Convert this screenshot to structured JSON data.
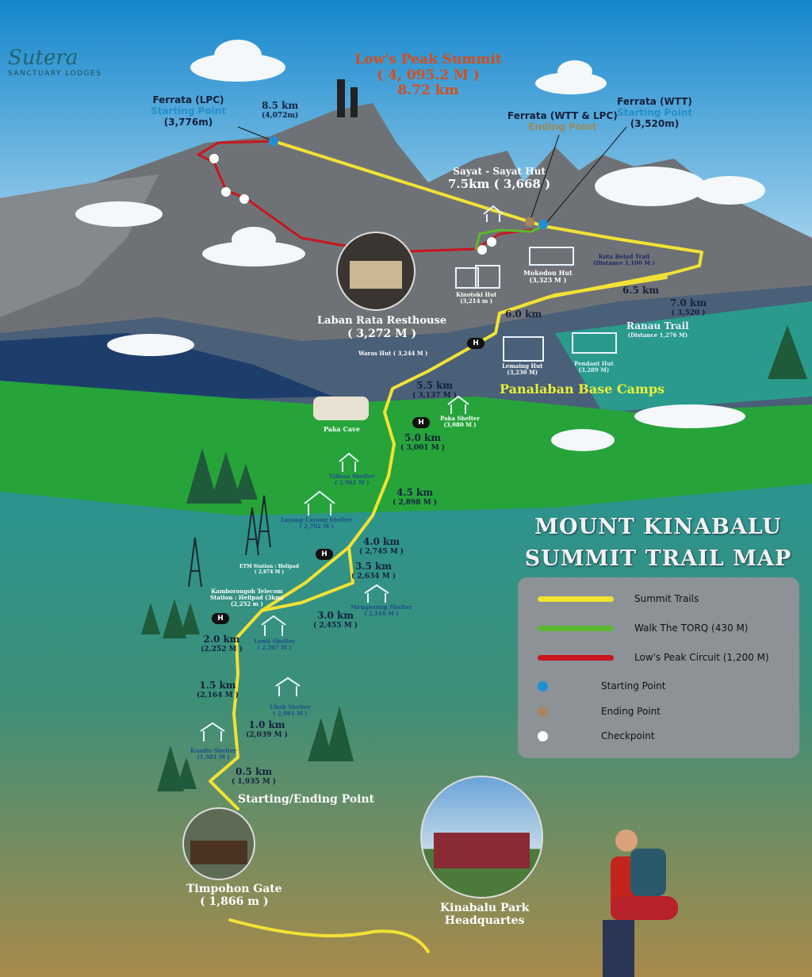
{
  "logo": {
    "name": "Sutera",
    "subtitle": "SANCTUARY LODGES"
  },
  "summit": {
    "name": "Low's Peak Summit",
    "elevation": "( 4, 095.2 M )",
    "distance": "8.72 km"
  },
  "ferrata_lpc": {
    "title": "Ferrata (LPC)",
    "role": "Starting Point",
    "elevation": "(3,776m)"
  },
  "km_8_5": {
    "km": "8.5 km",
    "elev": "(4,072m)"
  },
  "ferrata_end": {
    "title": "Ferrata (WTT & LPC)",
    "role": "Ending Point"
  },
  "ferrata_wtt": {
    "title": "Ferrata (WTT)",
    "role": "Starting Point",
    "elevation": "(3,520m)"
  },
  "sayat": {
    "name": "Sayat - Sayat Hut",
    "detail": "7.5km ( 3,668 )"
  },
  "huts": {
    "mokodou": {
      "name": "Mokodou Hut",
      "elev": "(3,323 M )"
    },
    "kinotoki": {
      "name": "Kinotoki Hut",
      "elev": "(3,214 m )"
    },
    "lemaing": {
      "name": "Lemaing Hut",
      "elev": "(3,230 M)"
    },
    "pendant": {
      "name": "Pendant Hut",
      "elev": "(3,289 M)"
    }
  },
  "kota_belud": {
    "name": "Kota Belud Trail",
    "distance": "(Distance 1,100 M )"
  },
  "ranau": {
    "name": "Ranau Trail",
    "distance": "(Distance 1,276 M)"
  },
  "laban_rata": {
    "name": "Laban Rata Resthouse",
    "elev": "( 3,272 M )"
  },
  "waras": "Waras Hut ( 3,244 M )",
  "base_camps": "Panalaban Base Camps",
  "paka_cave": "Paka Cave",
  "helipad": "H",
  "markers": {
    "k65": {
      "km": "6.5 km"
    },
    "k60": {
      "km": "6.0 km"
    },
    "k70": {
      "km": "7.0 km",
      "elev": "( 3,520 )"
    },
    "k55": {
      "km": "5.5 km",
      "elev": "( 3,137 M )"
    },
    "k50": {
      "km": "5.0 km",
      "elev": "( 3,001 M )"
    },
    "k45": {
      "km": "4.5 km",
      "elev": "( 2,898 M )"
    },
    "k40": {
      "km": "4.0 km",
      "elev": "( 2,745 M )"
    },
    "k35": {
      "km": "3.5 km",
      "elev": "( 2,634 M )"
    },
    "k30": {
      "km": "3.0 km",
      "elev": "( 2,455 M )"
    },
    "k20": {
      "km": "2.0 km",
      "elev": "(2,252 M )"
    },
    "k15": {
      "km": "1.5 km",
      "elev": "(2,164 M )"
    },
    "k10": {
      "km": "1.0 km",
      "elev": "(2,039 M )"
    },
    "k05": {
      "km": "0.5 km",
      "elev": "( 1,935 M )"
    }
  },
  "shelters": {
    "paka": {
      "name": "Paka Shelter",
      "elev": "(3,080 M )"
    },
    "villosa": {
      "name": "Villosa Shelter",
      "elev": "( 2,961 M )"
    },
    "layang": {
      "name": "Layang-Layang Shelter",
      "elev": "( 2,702 M )"
    },
    "mempening": {
      "name": "Mempening Shelter",
      "elev": "( 2,516 M )"
    },
    "lowii": {
      "name": "Lowii Shelter",
      "elev": "( 2,267 M )"
    },
    "ubah": {
      "name": "Ubah Shelter",
      "elev": "( 2,081 M )"
    },
    "kandis": {
      "name": "Kandis Shelter",
      "elev": "(1,981 M )"
    }
  },
  "etm": {
    "name": "ETM Station : Helipad",
    "elev": "( 2,674 M )"
  },
  "telecom": {
    "line1": "Kamborongoh Telecom",
    "line2": "Station : Helipad (3km)",
    "elev": "(2,252 m )"
  },
  "start_end": "Starting/Ending Point",
  "timpohon": {
    "name": "Timpohon Gate",
    "elev": "( 1,866 m )"
  },
  "hq": {
    "line1": "Kinabalu Park",
    "line2": "Headquartes"
  },
  "map_title": {
    "line1": "MOUNT KINABALU",
    "line2": "SUMMIT TRAIL MAP"
  },
  "legend": [
    {
      "label": "Summit Trails",
      "color": "#f2e234",
      "kind": "line"
    },
    {
      "label": "Walk The TORQ (430 M)",
      "color": "#5cb82e",
      "kind": "line"
    },
    {
      "label": "Low's Peak Circuit (1,200 M)",
      "color": "#c8161e",
      "kind": "line"
    },
    {
      "label": "Starting Point",
      "color": "#1e90d6",
      "kind": "dot"
    },
    {
      "label": "Ending Point",
      "color": "#a8845a",
      "kind": "dot"
    },
    {
      "label": "Checkpoint",
      "color": "#ffffff",
      "kind": "dot"
    }
  ]
}
